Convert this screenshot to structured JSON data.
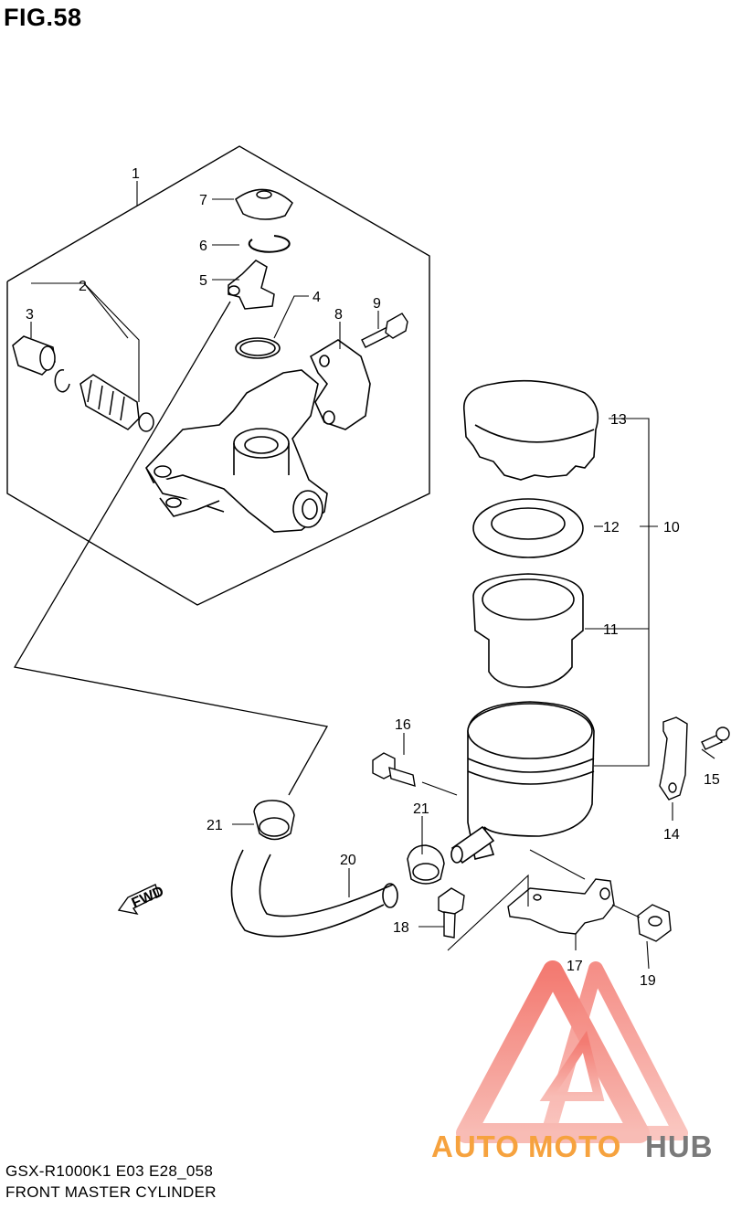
{
  "figure": {
    "title": "FIG.58"
  },
  "footer": {
    "model_code": "GSX-R1000K1 E03 E28_058",
    "section_name": "FRONT MASTER CYLINDER"
  },
  "fwd_badge": "FWD",
  "watermark": {
    "part1": "AUTO",
    "part2": "MOTO",
    "part3": "HUB",
    "color_red": "#f47a6e",
    "color_orange": "#f6a23e",
    "color_gray": "#7a7a7a"
  },
  "callouts": [
    "1",
    "2",
    "3",
    "4",
    "5",
    "6",
    "7",
    "8",
    "9",
    "10",
    "11",
    "12",
    "13",
    "14",
    "15",
    "16",
    "17",
    "18",
    "19",
    "20",
    "21",
    "21"
  ],
  "line_color": "#000000"
}
